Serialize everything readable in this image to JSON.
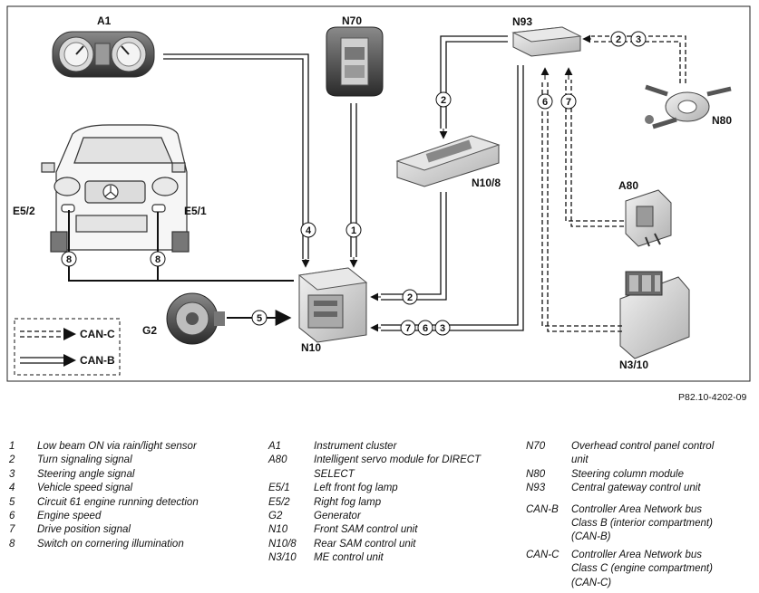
{
  "diagram": {
    "components": {
      "A1": "A1",
      "N70": "N70",
      "N93": "N93",
      "N80": "N80",
      "N10_8": "N10/8",
      "A80": "A80",
      "E5_2": "E5/2",
      "E5_1": "E5/1",
      "G2": "G2",
      "N10": "N10",
      "N3_10": "N3/10"
    },
    "signals": {
      "s1": "1",
      "s2": "2",
      "s3": "3",
      "s4": "4",
      "s5": "5",
      "s6": "6",
      "s7": "7",
      "s8": "8"
    },
    "bus_key": {
      "can_c": "CAN-C",
      "can_b": "CAN-B"
    }
  },
  "reference": "P82.10-4202-09",
  "legend": {
    "signals": [
      {
        "key": "1",
        "text": "Low beam ON via rain/light sensor"
      },
      {
        "key": "2",
        "text": "Turn signaling signal"
      },
      {
        "key": "3",
        "text": "Steering angle signal"
      },
      {
        "key": "4",
        "text": "Vehicle speed signal"
      },
      {
        "key": "5",
        "text": "Circuit 61 engine running detection"
      },
      {
        "key": "6",
        "text": "Engine speed"
      },
      {
        "key": "7",
        "text": "Drive position signal"
      },
      {
        "key": "8",
        "text": "Switch on cornering illumination"
      }
    ],
    "components_a": [
      {
        "key": "A1",
        "text": "Instrument cluster"
      },
      {
        "key": "A80",
        "text": "Intelligent servo module for DIRECT SELECT"
      },
      {
        "key": "E5/1",
        "text": "Left front fog lamp"
      },
      {
        "key": "E5/2",
        "text": "Right fog lamp"
      },
      {
        "key": "G2",
        "text": "Generator"
      },
      {
        "key": "N10",
        "text": "Front SAM control unit"
      },
      {
        "key": "N10/8",
        "text": "Rear SAM control unit"
      },
      {
        "key": "N3/10",
        "text": "ME control unit"
      }
    ],
    "components_b": [
      {
        "key": "N70",
        "text": "Overhead control panel control unit"
      },
      {
        "key": "N80",
        "text": "Steering column module"
      },
      {
        "key": "N93",
        "text": "Central gateway control unit"
      },
      {
        "key": "CAN-B",
        "text": "Controller Area Network bus Class B (interior compartment) (CAN-B)"
      },
      {
        "key": "CAN-C",
        "text": "Controller Area Network bus Class C (engine compartment) (CAN-C)"
      }
    ]
  }
}
